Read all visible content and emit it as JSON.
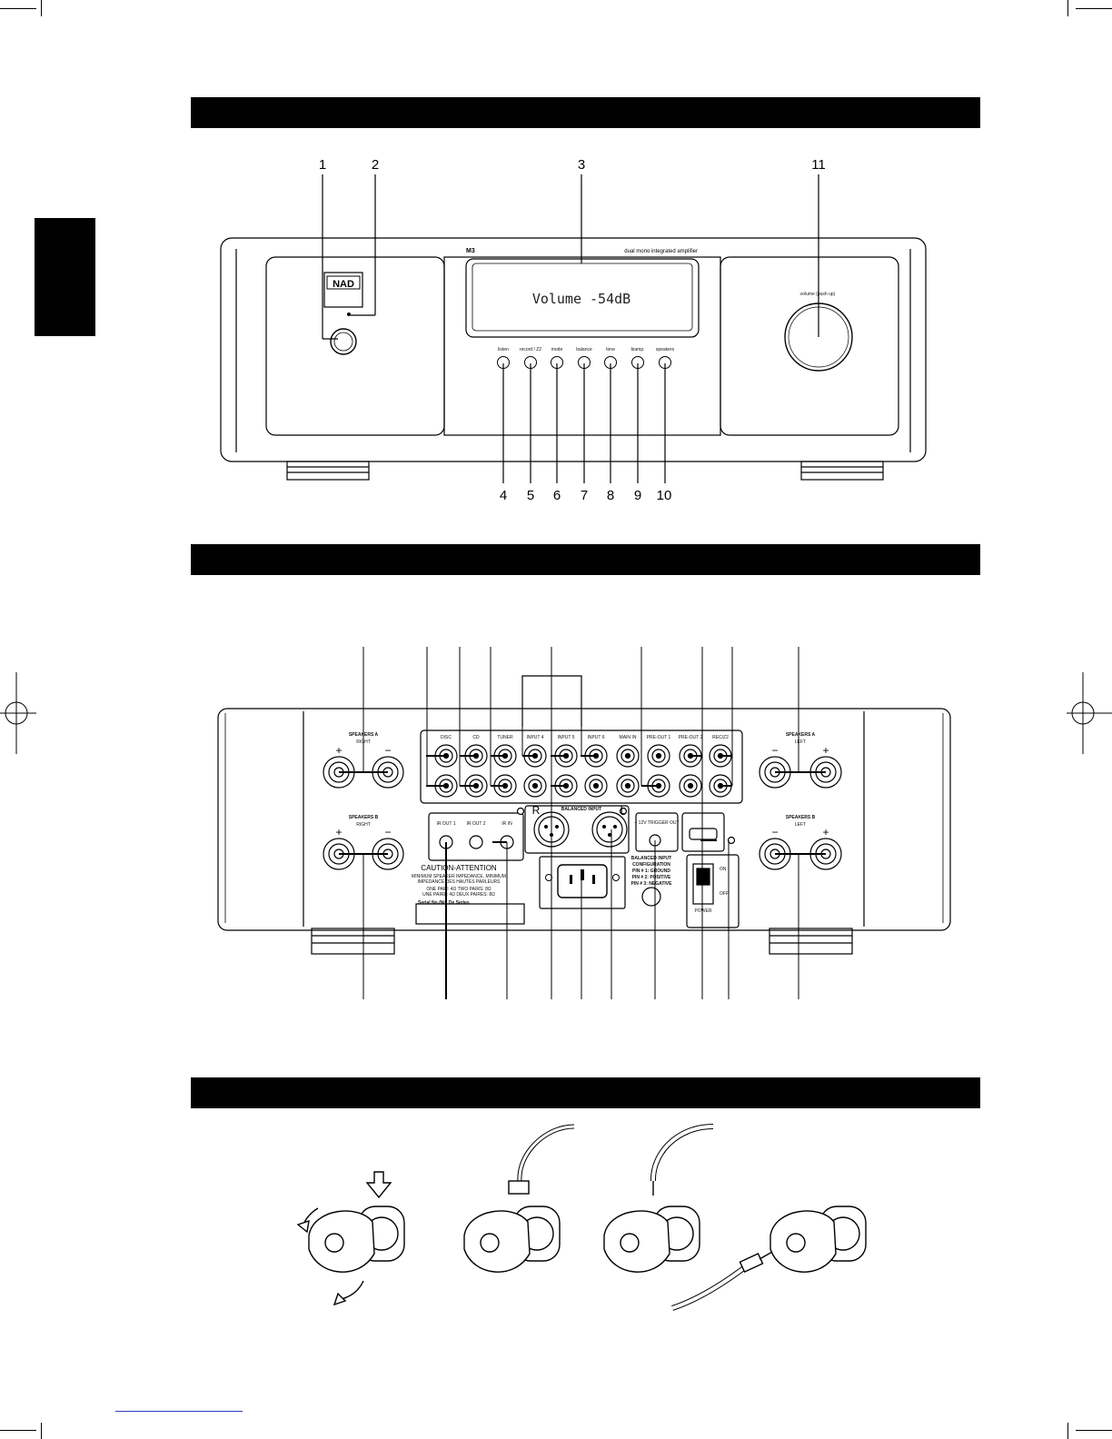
{
  "front_panel": {
    "callouts_top": [
      "1",
      "2",
      "3",
      "11"
    ],
    "callouts_bottom": [
      "4",
      "5",
      "6",
      "7",
      "8",
      "9",
      "10"
    ],
    "logo": "NAD",
    "model": "M3",
    "tagline": "dual mono integrated amplifier",
    "display_text": "Volume -54dB",
    "buttons": [
      "listen",
      "record / Z2",
      "mode",
      "balance",
      "tone",
      "biamp.",
      "speakers"
    ],
    "knob_label": "volume (push up)"
  },
  "rear_panel": {
    "speakers_a_right": "SPEAKERS A",
    "speakers_a_right_sub": "RIGHT",
    "speakers_b_right": "SPEAKERS B",
    "speakers_b_right_sub": "RIGHT",
    "speakers_a_left": "SPEAKERS A",
    "speakers_a_left_sub": "LEFT",
    "speakers_b_left": "SPEAKERS B",
    "speakers_b_left_sub": "LEFT",
    "inputs": [
      "DISC",
      "CD",
      "TUNER",
      "INPUT 4",
      "INPUT 5",
      "INPUT 6",
      "MAIN IN",
      "PRE-OUT 1",
      "PRE-OUT 2",
      "REC/Z2"
    ],
    "ir_labels": [
      "IR OUT 1",
      "IR OUT 2",
      "IR IN"
    ],
    "balanced_input": "BALANCED INPUT",
    "bal_r": "R",
    "bal_l": "L",
    "trigger": "+ 12V TRIGGER OUT",
    "balanced_config": [
      "BALANCED INPUT",
      "CONFIGURATION",
      "PIN # 1: GROUND",
      "PIN # 2: POSITIVE",
      "PIN # 3: NEGATIVE"
    ],
    "caution": "CAUTION-ATTENTION",
    "caution_lines": [
      "MINIMUM SPEAKER IMPEDANCE, MINIMUM",
      "IMPEDANCE DES HAUTES PARLEURS",
      "ONE PAIR: 4Ω    TWO PAIRS: 8Ω",
      "UNE PAIRE: 4Ω  DEUX PAIRES: 8Ω"
    ],
    "serial": "Serial No./No. De Series",
    "power_on": "ON",
    "power_off": "OFF",
    "power": "POWER",
    "plus": "+",
    "minus": "−"
  }
}
